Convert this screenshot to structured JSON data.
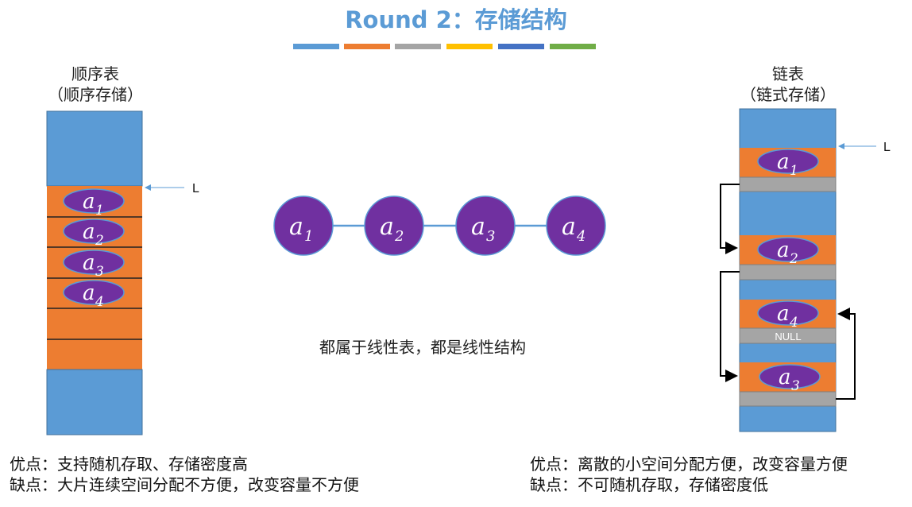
{
  "title": "Round 2：存储结构",
  "palette": [
    "#5b9bd5",
    "#ed7d31",
    "#a5a5a5",
    "#ffc000",
    "#4472c4",
    "#70ad47"
  ],
  "sequential": {
    "caption_line1": "顺序表",
    "caption_line2": "（顺序存储）",
    "pointer_label": "L",
    "elements": [
      {
        "base": "a",
        "sub": "1"
      },
      {
        "base": "a",
        "sub": "2"
      },
      {
        "base": "a",
        "sub": "3"
      },
      {
        "base": "a",
        "sub": "4"
      }
    ],
    "pros": "优点：支持随机存取、存储密度高",
    "cons": "缺点：大片连续空间分配不方便，改变容量不方便"
  },
  "logical": {
    "nodes": [
      {
        "base": "a",
        "sub": "1"
      },
      {
        "base": "a",
        "sub": "2"
      },
      {
        "base": "a",
        "sub": "3"
      },
      {
        "base": "a",
        "sub": "4"
      }
    ],
    "statement": "都属于线性表，都是线性结构"
  },
  "linked": {
    "caption_line1": "链表",
    "caption_line2": "（链式存储）",
    "pointer_label": "L",
    "nodes": [
      {
        "base": "a",
        "sub": "1"
      },
      {
        "base": "a",
        "sub": "2"
      },
      {
        "base": "a",
        "sub": "4"
      },
      {
        "base": "a",
        "sub": "3"
      }
    ],
    "null_label": "NULL",
    "pros": "优点：离散的小空间分配方便，改变容量方便",
    "cons": "缺点：不可随机存取，存储密度低"
  }
}
